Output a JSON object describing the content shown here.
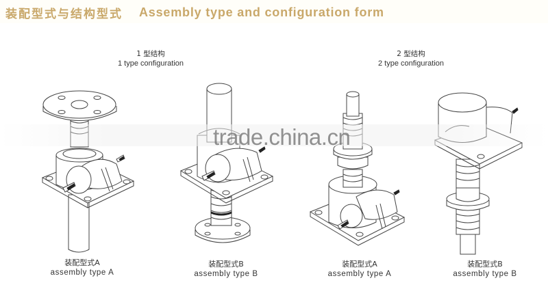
{
  "header": {
    "title_cn": "装配型式与结构型式",
    "title_en": "Assembly type and configuration form",
    "color": "#c9a86a"
  },
  "groups": [
    {
      "title_cn": "1 型结构",
      "title_en": "1 type configuration",
      "assemblies": [
        {
          "caption_cn": "装配型式A",
          "caption_en": "assembly type A",
          "icon": "screw-jack-type1-A-icon"
        },
        {
          "caption_cn": "装配型式B",
          "caption_en": "assembly type B",
          "icon": "screw-jack-type1-B-icon"
        }
      ]
    },
    {
      "title_cn": "2 型结构",
      "title_en": "2 type configuration",
      "assemblies": [
        {
          "caption_cn": "装配型式A",
          "caption_en": "assembly type A",
          "icon": "screw-jack-type2-A-icon"
        },
        {
          "caption_cn": "装配型式B",
          "caption_en": "assembly type B",
          "icon": "screw-jack-type2-B-icon"
        }
      ]
    }
  ],
  "watermark": "trade.china.cn"
}
